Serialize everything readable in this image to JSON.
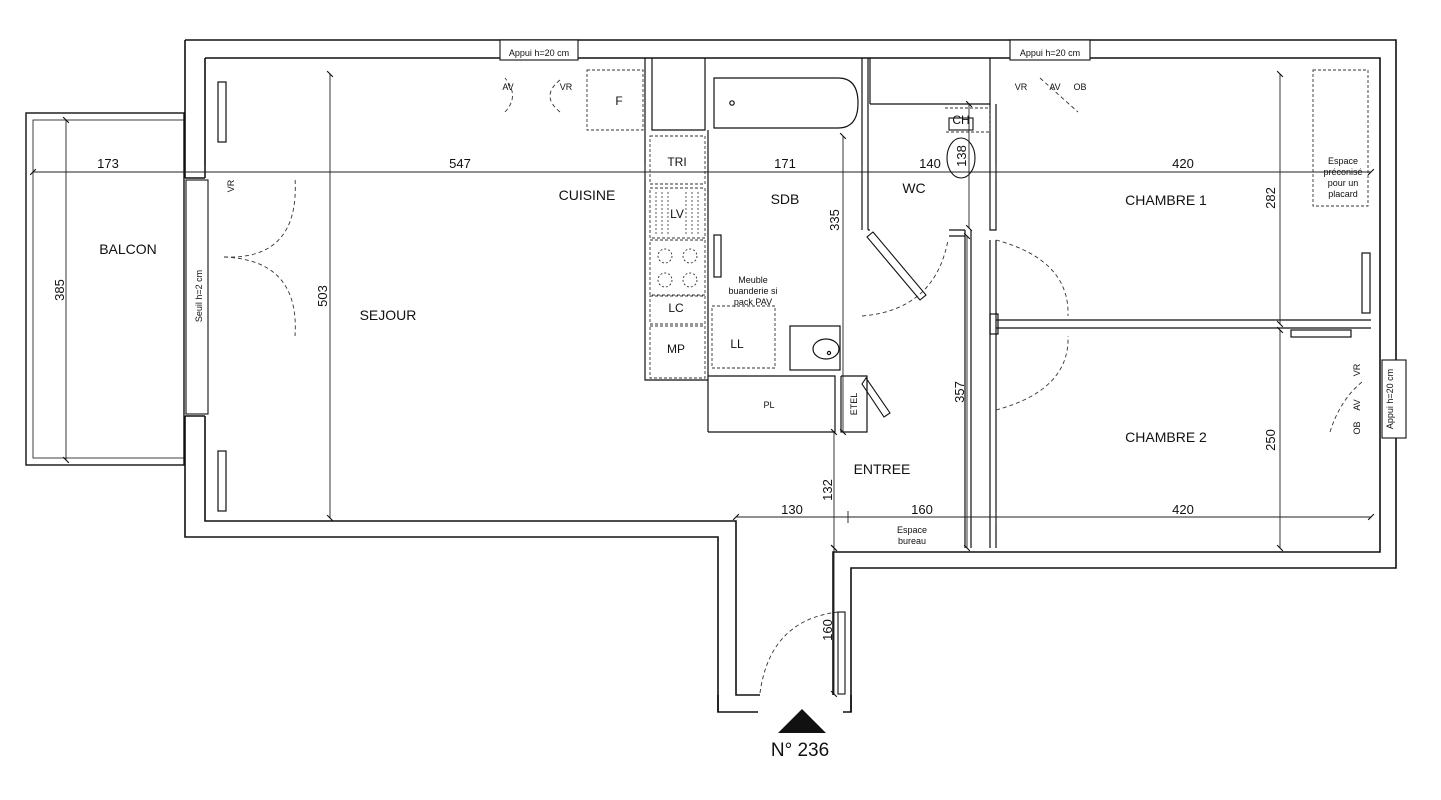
{
  "lot_label": "N° 236",
  "rooms": {
    "balcon": "BALCON",
    "sejour": "SEJOUR",
    "cuisine": "CUISINE",
    "sdb": "SDB",
    "wc": "WC",
    "chambre1": "CHAMBRE 1",
    "chambre2": "CHAMBRE 2",
    "entree": "ENTREE"
  },
  "dimensions": {
    "balcon_width": "173",
    "balcon_depth": "385",
    "sejour_width": "547",
    "sejour_depth": "503",
    "sdb_width": "171",
    "sdb_depth": "335",
    "wc_width": "140",
    "wc_depth": "138",
    "chambre1_width": "420",
    "chambre1_depth": "282",
    "chambre2_width": "420",
    "chambre2_depth": "250",
    "couloir_depth": "357",
    "entree_depth": "132",
    "entree_left": "130",
    "bureau_width": "160",
    "door_width": "160"
  },
  "fixtures": {
    "tri": "TRI",
    "lv": "LV",
    "lc": "LC",
    "mp": "MP",
    "ll": "LL",
    "f": "F",
    "pl": "PL",
    "etel": "ETEL",
    "ch": "CH"
  },
  "notes": {
    "appui_1": "Appui h=20 cm",
    "appui_2": "Appui h=20 cm",
    "appui_3": "Appui h=20 cm",
    "seuil": "Seuil h=2 cm",
    "meuble_line1": "Meuble",
    "meuble_line2": "buanderie si",
    "meuble_line3": "pack PAV",
    "espace_bureau_line1": "Espace",
    "espace_bureau_line2": "bureau",
    "placard_line1": "Espace",
    "placard_line2": "préconisé",
    "placard_line3": "pour un",
    "placard_line4": "placard"
  },
  "window_marks": {
    "av": "AV",
    "vr": "VR",
    "ob": "OB"
  },
  "colors": {
    "wall": "#111111",
    "line": "#222222",
    "dash": "#333333",
    "background": "#ffffff"
  }
}
